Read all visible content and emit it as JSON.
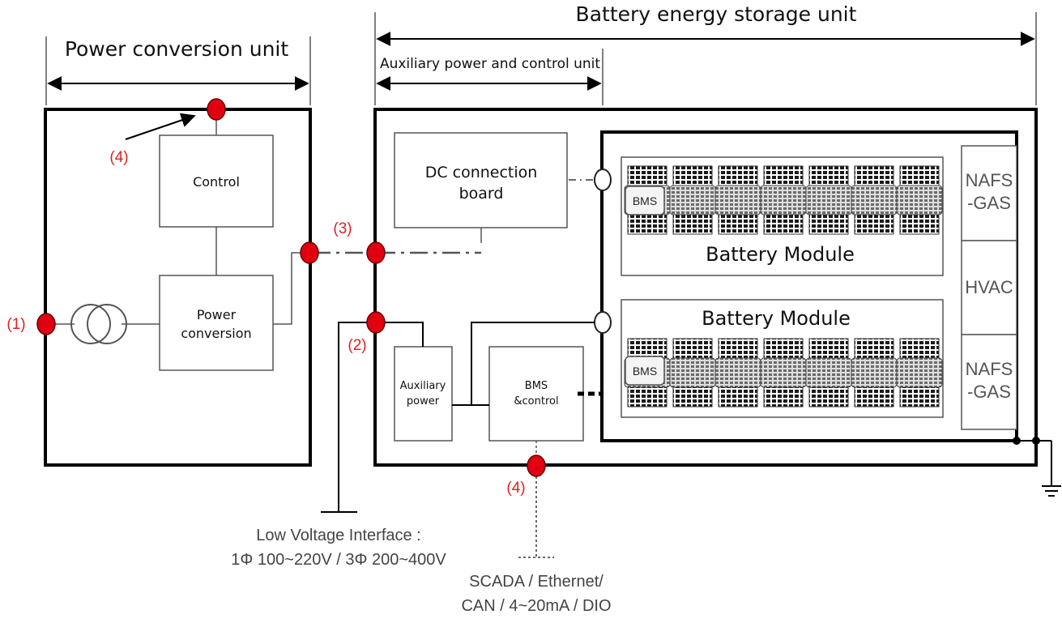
{
  "units": {
    "power_conversion_unit": "Power conversion unit",
    "battery_energy_storage_unit": "Battery energy storage unit",
    "auxiliary_power_and_control_unit": "Auxiliary power and control unit"
  },
  "blocks": {
    "control": "Control",
    "power_conversion": [
      "Power",
      "conversion"
    ],
    "dc_connection_board": [
      "DC connection",
      "board"
    ],
    "auxiliary_power": [
      "Auxiliary",
      "power"
    ],
    "bms_control": [
      "BMS",
      "&control"
    ],
    "battery_module_top": "Battery Module",
    "battery_module_bottom": "Battery Module",
    "bms_tag": "BMS",
    "nafs_gas_top": [
      "NAFS",
      "-GAS"
    ],
    "hvac": "HVAC",
    "nafs_gas_bottom": [
      "NAFS",
      "-GAS"
    ]
  },
  "markers": {
    "m1": "(1)",
    "m2": "(2)",
    "m3": "(3)",
    "m4_top": "(4)",
    "m4_bottom": "(4)"
  },
  "interfaces": {
    "low_voltage": [
      "Low Voltage Interface :",
      "1Φ 100~220V / 3Φ 200~400V"
    ],
    "communication": [
      "SCADA / Ethernet/",
      "CAN / 4~20mA / DIO"
    ]
  },
  "colors": {
    "marker_red": "#e00010",
    "label_red": "#e02020",
    "line": "#000000"
  }
}
